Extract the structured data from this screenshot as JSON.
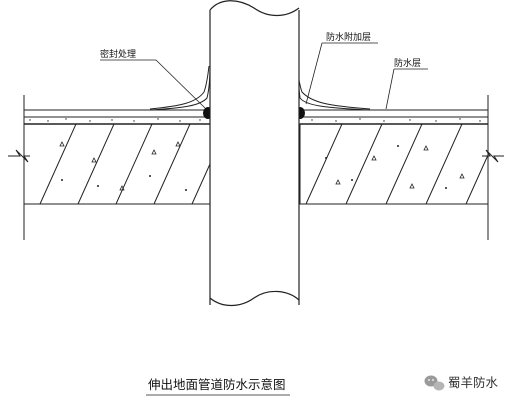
{
  "labels": {
    "seal_treatment": "密封处理",
    "waterproof_additional": "防水附加层",
    "waterproof_layer": "防水层"
  },
  "caption": "伸出地面管道防水示意图",
  "watermark": "蜀羊防水",
  "colors": {
    "line": "#222222",
    "background": "#ffffff"
  }
}
